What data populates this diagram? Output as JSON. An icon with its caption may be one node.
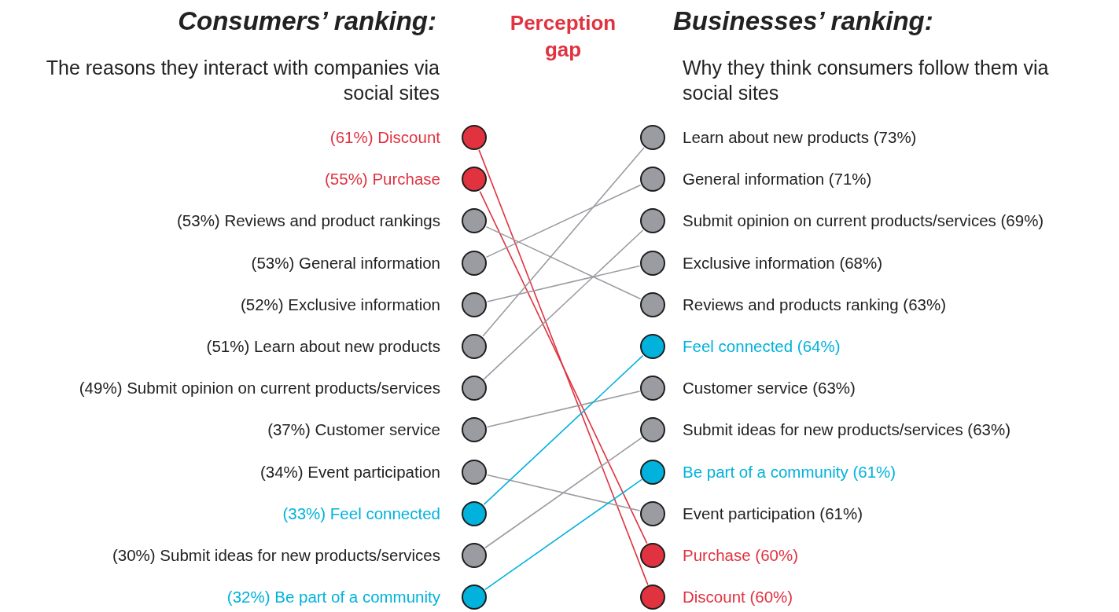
{
  "diagram": {
    "nodes": [
      {
        "text": [],
        "shape": "circle",
        "beside": [
          "(61%) Discount"
        ]
      },
      {
        "text": [],
        "shape": "circle",
        "beside": [
          "(55%) Purchase"
        ]
      },
      {
        "text": [],
        "shape": "circle",
        "beside": [
          "(53%) Reviews and product rankings"
        ]
      },
      {
        "text": [],
        "shape": "circle",
        "beside": [
          "(53%) General information"
        ]
      },
      {
        "text": [],
        "shape": "circle",
        "beside": [
          "(52%) Exclusive information"
        ]
      },
      {
        "text": [],
        "shape": "circle",
        "beside": [
          "(51%) Learn about new products"
        ]
      },
      {
        "text": [],
        "shape": "circle",
        "beside": [
          "(49%) Submit opinion on current products/services"
        ]
      },
      {
        "text": [],
        "shape": "circle",
        "beside": [
          "(37%) Customer service"
        ]
      },
      {
        "text": [],
        "shape": "circle",
        "beside": [
          "(34%) Event participation"
        ]
      },
      {
        "text": [],
        "shape": "circle",
        "beside": [
          "(33%) Feel connected"
        ]
      },
      {
        "text": [],
        "shape": "circle",
        "beside": [
          "(30%) Submit ideas for new products/services"
        ]
      },
      {
        "text": [],
        "shape": "circle",
        "beside": [
          "(32%) Be part of a community"
        ]
      },
      {
        "text": [],
        "shape": "circle",
        "beside": [
          "Learn about new products  (73%)"
        ]
      },
      {
        "text": [],
        "shape": "circle",
        "beside": [
          "General information (71%)"
        ]
      },
      {
        "text": [],
        "shape": "circle",
        "beside": [
          "Submit opinion on current products/services (69%)"
        ]
      },
      {
        "text": [],
        "shape": "circle",
        "beside": [
          "Exclusive information (68%)"
        ]
      },
      {
        "text": [],
        "shape": "circle",
        "beside": [
          "Reviews and products ranking (63%)"
        ]
      },
      {
        "text": [],
        "shape": "circle",
        "beside": [
          "Feel connected (64%)"
        ]
      },
      {
        "text": [],
        "shape": "circle",
        "beside": [
          "Customer service (63%)"
        ]
      },
      {
        "text": [],
        "shape": "circle",
        "beside": [
          "Submit ideas for new products/services (63%)"
        ]
      },
      {
        "text": [],
        "shape": "circle",
        "beside": [
          "Be part of a community (61%)"
        ]
      },
      {
        "text": [],
        "shape": "circle",
        "beside": [
          "Event participation (61%)"
        ]
      },
      {
        "text": [],
        "shape": "circle",
        "beside": [
          "Purchase (60%)"
        ]
      },
      {
        "text": [],
        "shape": "circle",
        "beside": [
          "Discount (60%)"
        ]
      }
    ],
    "edges": [
      {
        "from": 0,
        "to": 23,
        "arrow": "none",
        "color": "#e0323f"
      },
      {
        "from": 1,
        "to": 22,
        "arrow": "none",
        "color": "#e0323f"
      },
      {
        "from": 2,
        "to": 16,
        "arrow": "none"
      },
      {
        "from": 3,
        "to": 13,
        "arrow": "none"
      },
      {
        "from": 4,
        "to": 15,
        "arrow": "none"
      },
      {
        "from": 5,
        "to": 12,
        "arrow": "none"
      },
      {
        "from": 6,
        "to": 14,
        "arrow": "none"
      },
      {
        "from": 7,
        "to": 18,
        "arrow": "none"
      },
      {
        "from": 8,
        "to": 21,
        "arrow": "none"
      },
      {
        "from": 9,
        "to": 17,
        "arrow": "none",
        "color": "#00b2dc"
      },
      {
        "from": 10,
        "to": 19,
        "arrow": "none"
      },
      {
        "from": 11,
        "to": 20,
        "arrow": "none",
        "color": "#00b2dc"
      }
    ],
    "labels": [
      "Consumers’ ranking:",
      "The reasons they interact with companies via social sites",
      "Perception gap",
      "Businesses’ ranking:",
      "Why they think consumers follow them via social sites"
    ]
  }
}
